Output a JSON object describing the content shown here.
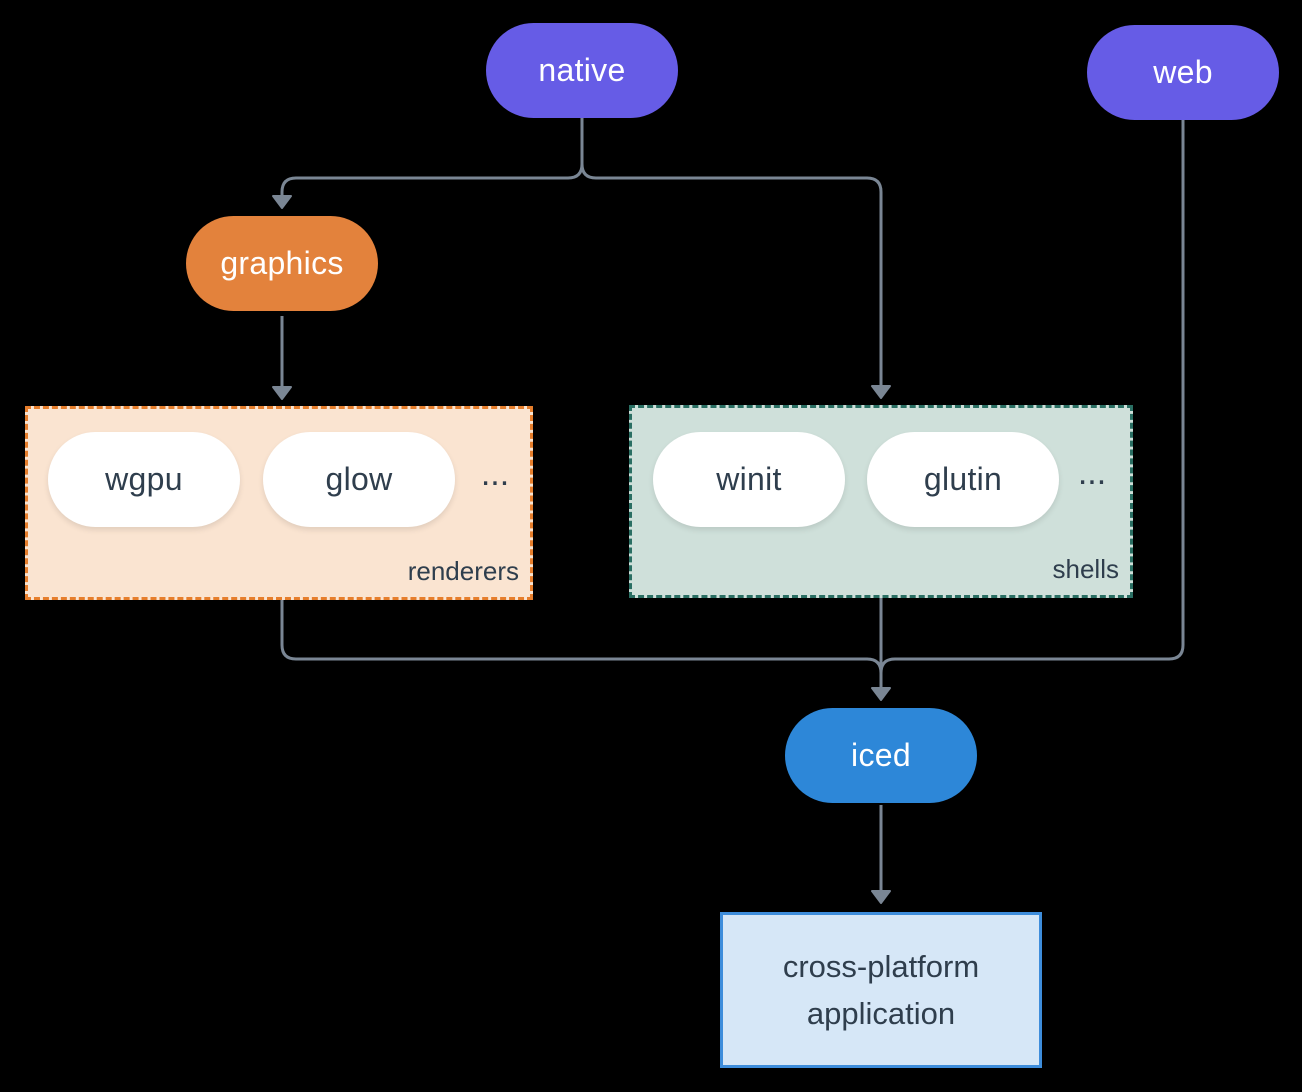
{
  "diagram": {
    "nodes": {
      "native": {
        "label": "native"
      },
      "web": {
        "label": "web"
      },
      "graphics": {
        "label": "graphics"
      },
      "iced": {
        "label": "iced"
      },
      "application": {
        "line1": "cross-platform",
        "line2": "application"
      }
    },
    "groups": {
      "renderers": {
        "label": "renderers",
        "items": [
          "wgpu",
          "glow"
        ],
        "more": "..."
      },
      "shells": {
        "label": "shells",
        "items": [
          "winit",
          "glutin"
        ],
        "more": "..."
      }
    },
    "colors": {
      "background": "#000000",
      "node_purple": "#665CE6",
      "node_orange": "#E3823C",
      "node_blue": "#2D87D8",
      "pill_white": "#FFFFFF",
      "renderers_fill": "#FAE4D1",
      "renderers_border": "#E67E2C",
      "shells_fill": "#CFE0DA",
      "shells_border": "#2A6F63",
      "app_fill": "#D6E7F7",
      "app_border": "#3E8DDB",
      "connector": "#7A8694",
      "text_dark": "#2F3E4D",
      "text_light": "#FFFFFF"
    }
  }
}
